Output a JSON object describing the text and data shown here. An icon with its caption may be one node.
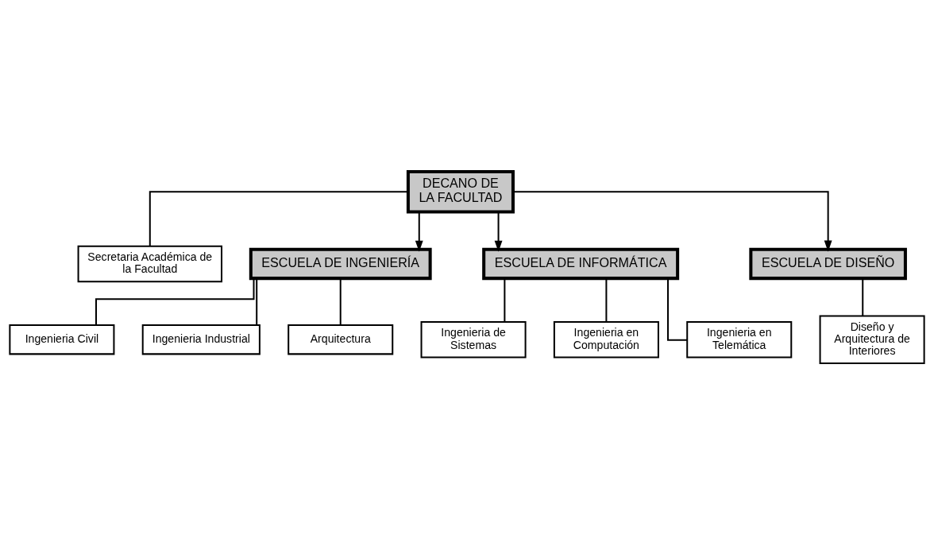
{
  "diagram": {
    "nodes": [
      {
        "text": [
          "DECANO DE LA FACULTAD"
        ]
      },
      {
        "text": [
          "Secretaria Académica de la Facultad"
        ]
      },
      {
        "text": [
          "ESCUELA DE INGENIERÍA"
        ]
      },
      {
        "text": [
          "ESCUELA DE INFORMÁTICA"
        ]
      },
      {
        "text": [
          "ESCUELA DE DISEÑO"
        ]
      },
      {
        "text": [
          "Ingenieria Civil"
        ]
      },
      {
        "text": [
          "Ingenieria Industrial"
        ]
      },
      {
        "text": [
          "Arquitectura"
        ]
      },
      {
        "text": [
          "Ingenieria de Sistemas"
        ]
      },
      {
        "text": [
          "Ingenieria en Computación"
        ]
      },
      {
        "text": [
          "Ingenieria en Telemática"
        ]
      },
      {
        "text": [
          "Diseño y Arquitectura de Interiores"
        ]
      }
    ],
    "edges": [
      {
        "from": 0,
        "to": 1,
        "arrow": "none"
      },
      {
        "from": 0,
        "to": 2,
        "arrow": "to"
      },
      {
        "from": 0,
        "to": 3,
        "arrow": "to"
      },
      {
        "from": 0,
        "to": 4,
        "arrow": "to"
      },
      {
        "from": 2,
        "to": 5,
        "arrow": "none"
      },
      {
        "from": 2,
        "to": 6,
        "arrow": "none"
      },
      {
        "from": 2,
        "to": 7,
        "arrow": "none"
      },
      {
        "from": 3,
        "to": 8,
        "arrow": "none"
      },
      {
        "from": 3,
        "to": 9,
        "arrow": "none"
      },
      {
        "from": 3,
        "to": 10,
        "arrow": "none"
      },
      {
        "from": 4,
        "to": 11,
        "arrow": "none"
      }
    ]
  }
}
